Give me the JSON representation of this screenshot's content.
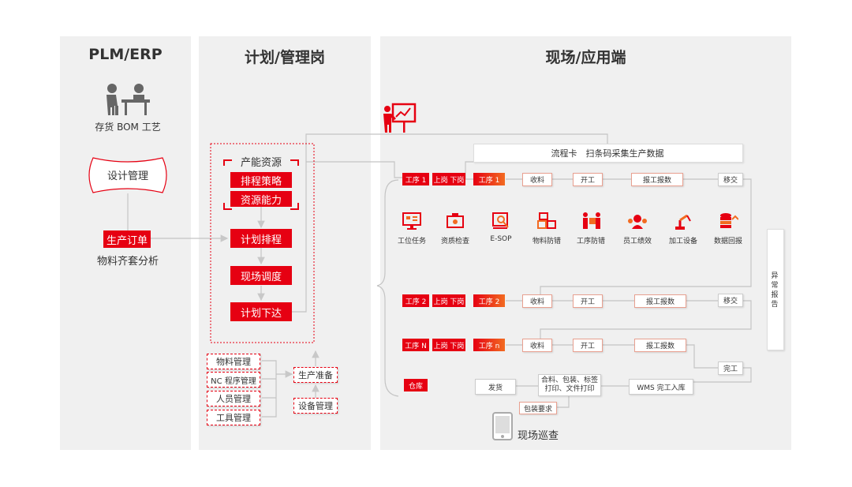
{
  "columns": {
    "plm": {
      "title": "PLM/ERP",
      "inventory_label": "存货 BOM 工艺",
      "design": "设计管理",
      "order": "生产订单",
      "material": "物料齐套分析"
    },
    "plan": {
      "title": "计划/管理岗",
      "resource": "产能资源",
      "strategy": "排程策略",
      "capacity": "资源能力",
      "schedule": "计划排程",
      "dispatch": "现场调度",
      "release": "计划下达",
      "prep_items": [
        "物料管理",
        "NC 程序管理",
        "人员管理",
        "工具管理"
      ],
      "prep": "生产准备",
      "equipment": "设备管理"
    },
    "field": {
      "title": "现场/应用端",
      "flowcard": "流程卡　扫条码采集生产数据",
      "rows": [
        {
          "proc": "工序 1",
          "shift": "上岗 下岗",
          "proc2": "工序 1",
          "receive": "收料",
          "start": "开工",
          "report": "报工报数",
          "next": "移交"
        },
        {
          "proc": "工序 2",
          "shift": "上岗 下岗",
          "proc2": "工序 2",
          "receive": "收料",
          "start": "开工",
          "report": "报工报数",
          "next": "移交"
        },
        {
          "proc": "工序 N",
          "shift": "上岗 下岗",
          "proc2": "工序 n",
          "receive": "收料",
          "start": "开工",
          "report": "报工报数",
          "next": "完工"
        }
      ],
      "features": [
        {
          "label": "工位任务",
          "icon": "workstation-task-icon"
        },
        {
          "label": "资质检查",
          "icon": "qualification-check-icon"
        },
        {
          "label": "E-SOP",
          "icon": "esop-icon"
        },
        {
          "label": "物料防错",
          "icon": "material-errorproof-icon"
        },
        {
          "label": "工序防错",
          "icon": "process-errorproof-icon"
        },
        {
          "label": "员工绩效",
          "icon": "employee-performance-icon"
        },
        {
          "label": "加工设备",
          "icon": "machine-icon"
        },
        {
          "label": "数据回报",
          "icon": "data-report-icon"
        }
      ],
      "warehouse": "仓库",
      "ship": "发货",
      "pack": "合料、包装、标签\n打印、文件打印",
      "wms": "WMS 完工入库",
      "pack_req": "包装要求",
      "exception": "异常报告",
      "patrol": "现场巡查"
    }
  },
  "colors": {
    "accent": "#e60012",
    "accent2": "#f26b21",
    "panel": "#f0f0f0",
    "line": "#bbbbbb"
  }
}
